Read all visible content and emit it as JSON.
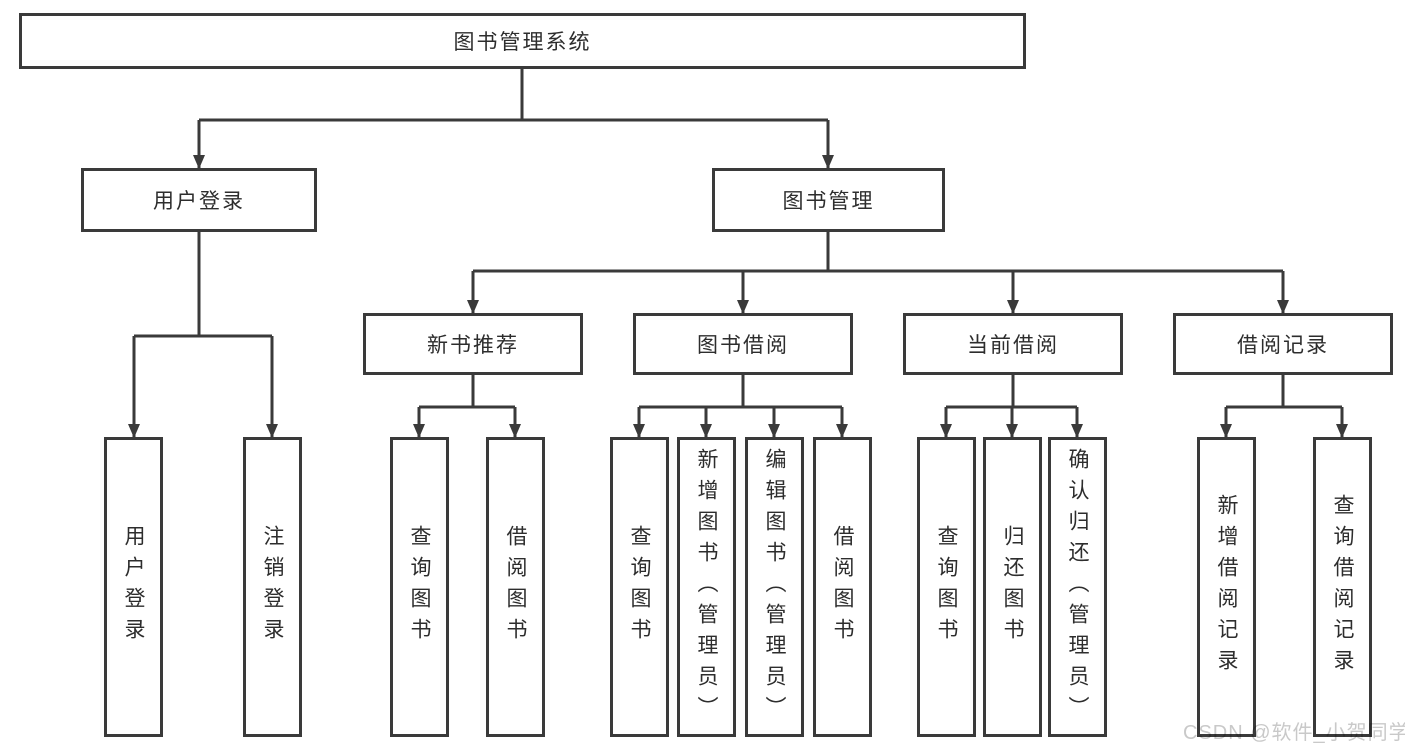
{
  "diagram_title": "图书管理系统",
  "tree": {
    "root": {
      "label": "图书管理系统"
    },
    "children": [
      {
        "label": "用户登录",
        "children": [
          {
            "label": "用户登录"
          },
          {
            "label": "注销登录"
          }
        ]
      },
      {
        "label": "图书管理",
        "children": [
          {
            "label": "新书推荐",
            "children": [
              {
                "label": "查询图书"
              },
              {
                "label": "借阅图书"
              }
            ]
          },
          {
            "label": "图书借阅",
            "children": [
              {
                "label": "查询图书"
              },
              {
                "label": "新增图书（管理员）"
              },
              {
                "label": "编辑图书（管理员）"
              },
              {
                "label": "借阅图书"
              }
            ]
          },
          {
            "label": "当前借阅",
            "children": [
              {
                "label": "查询图书"
              },
              {
                "label": "归还图书"
              },
              {
                "label": "确认归还（管理员）"
              }
            ]
          },
          {
            "label": "借阅记录",
            "children": [
              {
                "label": "新增借阅记录"
              },
              {
                "label": "查询借阅记录"
              }
            ]
          }
        ]
      }
    ]
  },
  "watermark": {
    "text": "CSDN @软件_小贺同学"
  },
  "colors": {
    "line": "#3a3a3a",
    "text": "#2d2d2d",
    "watermark": "#c9c9c9",
    "background": "#ffffff"
  }
}
